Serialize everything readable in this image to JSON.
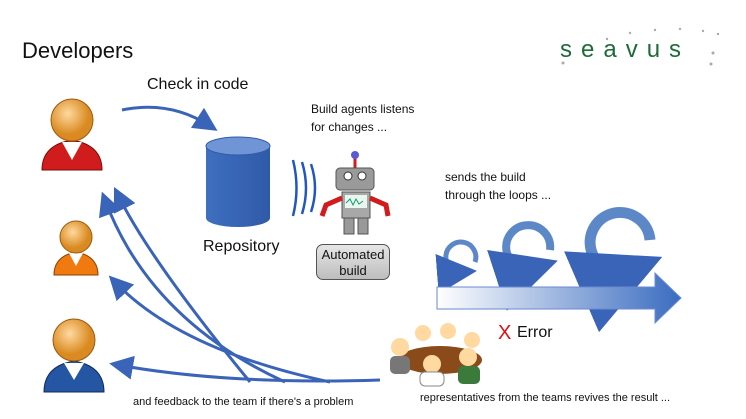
{
  "title": "Developers",
  "logo_text": "seavus",
  "labels": {
    "check_in": "Check in code",
    "agents_1": "Build agents listens",
    "agents_2": "for changes ...",
    "repository": "Repository",
    "automated_build": "Automated build",
    "sends_1": "sends the build",
    "sends_2": "through the loops ...",
    "error_mark": "X",
    "error": "Error",
    "feedback": "and feedback to the team if there's a problem",
    "representatives": "representatives from the teams revives the result ..."
  },
  "colors": {
    "arrow": "#3a64b8",
    "developer_1": "#d01c1c",
    "developer_2": "#f07a10",
    "developer_3": "#2456a4",
    "error": "#e01010",
    "logo": "#1e6b3a"
  }
}
